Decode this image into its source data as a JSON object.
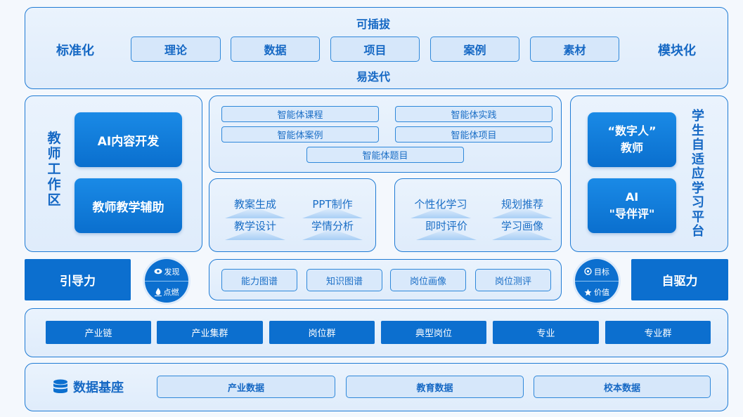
{
  "top": {
    "title_top": "可插拔",
    "title_bottom": "易迭代",
    "left_label": "标准化",
    "right_label": "模块化",
    "items": [
      "理论",
      "数据",
      "项目",
      "案例",
      "素材"
    ]
  },
  "teacher": {
    "side_label": "教师工作区",
    "buttons": [
      "AI内容开发",
      "教师教学辅助"
    ]
  },
  "agent": {
    "items": [
      "智能体课程",
      "智能体实践",
      "智能体案例",
      "智能体项目",
      "智能体题目"
    ]
  },
  "teacher_tools": [
    "教案生成",
    "PPT制作",
    "教学设计",
    "学情分析"
  ],
  "student_tools": [
    "个性化学习",
    "规划推荐",
    "即时评价",
    "学习画像"
  ],
  "student": {
    "side_label": "学生自适应学习平台",
    "btn1": "“数字人”\n教师",
    "btn2": "AI\n\"导伴评\""
  },
  "middle": {
    "left_force": "引导力",
    "right_force": "自驱力",
    "left_circle": {
      "top": "发现",
      "bottom": "点燃",
      "top_icon": "eye-icon",
      "bottom_icon": "flame-icon"
    },
    "right_circle": {
      "top": "目标",
      "bottom": "价值",
      "top_icon": "target-icon",
      "bottom_icon": "star-icon"
    },
    "maps": [
      "能力图谱",
      "知识图谱",
      "岗位画像",
      "岗位测评"
    ]
  },
  "industry": [
    "产业链",
    "产业集群",
    "岗位群",
    "典型岗位",
    "专业",
    "专业群"
  ],
  "database": {
    "label": "数据基座",
    "icon": "database-icon",
    "items": [
      "产业数据",
      "教育数据",
      "校本数据"
    ]
  },
  "colors": {
    "primary": "#0c6fcf",
    "light": "#d9e9fb",
    "text": "#1568c4"
  }
}
